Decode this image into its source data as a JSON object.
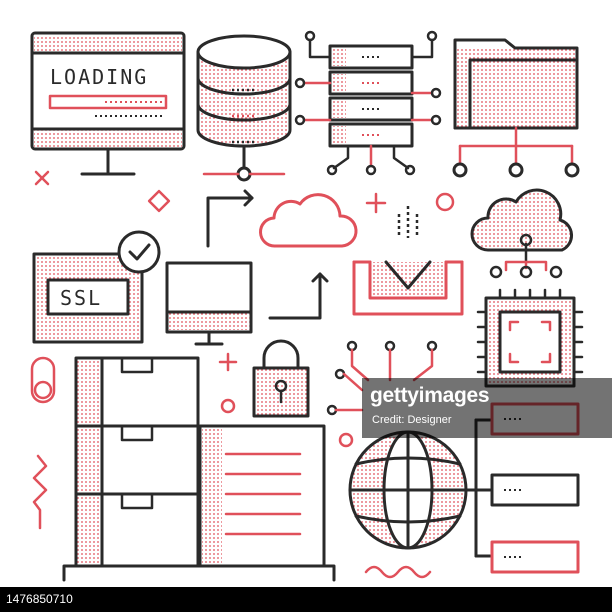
{
  "illustration": {
    "monitor_text": "LOADING",
    "lock_text": "SSL"
  },
  "watermark": {
    "brand": "gettyimages",
    "credit": "Credit: Designer"
  },
  "footer": {
    "image_id": "1476850710"
  },
  "colors": {
    "ink": "#2a2a2a",
    "accent": "#e0505a"
  }
}
